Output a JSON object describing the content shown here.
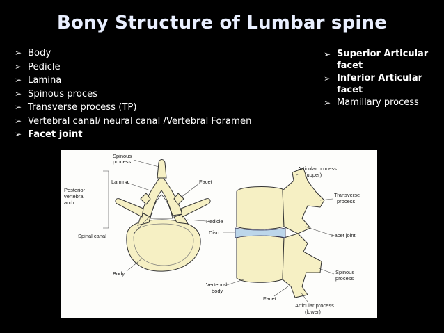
{
  "title": "Bony Structure of Lumbar spine",
  "left_items": [
    {
      "label": " Body",
      "bold": false
    },
    {
      "label": "Pedicle",
      "bold": false
    },
    {
      "label": " Lamina",
      "bold": false
    },
    {
      "label": "Spinous proces",
      "bold": false
    },
    {
      "label": "Transverse process (TP)",
      "bold": false
    },
    {
      "label": "Vertebral canal/ neural canal /Vertebral Foramen",
      "bold": false
    },
    {
      "label": "Facet joint",
      "bold": true
    }
  ],
  "right_items": [
    {
      "label": "Superior Articular facet",
      "bold": true
    },
    {
      "label": "Inferior Articular facet",
      "bold": true
    },
    {
      "label": "Mamillary process",
      "bold": false
    }
  ],
  "bullet_glyph": "➢",
  "figure": {
    "left_labels": {
      "spinous": [
        "Spinous",
        "process"
      ],
      "lamina": "Lamina",
      "facet": "Facet",
      "posterior": [
        "Posterior",
        "vertebral",
        "arch"
      ],
      "pedicle": "Pedicle",
      "spinal_canal": "Spinal canal",
      "body": "Body"
    },
    "right_labels": {
      "articular_upper": [
        "Articular process",
        "(upper)"
      ],
      "transverse": [
        "Transverse",
        "process"
      ],
      "disc": "Disc",
      "facet_joint": "Facet joint",
      "spinous": [
        "Spinous",
        "process"
      ],
      "vertebral_body": [
        "Vertebral",
        "body"
      ],
      "facet": "Facet",
      "articular_lower": [
        "Articular process",
        "(lower)"
      ]
    }
  }
}
